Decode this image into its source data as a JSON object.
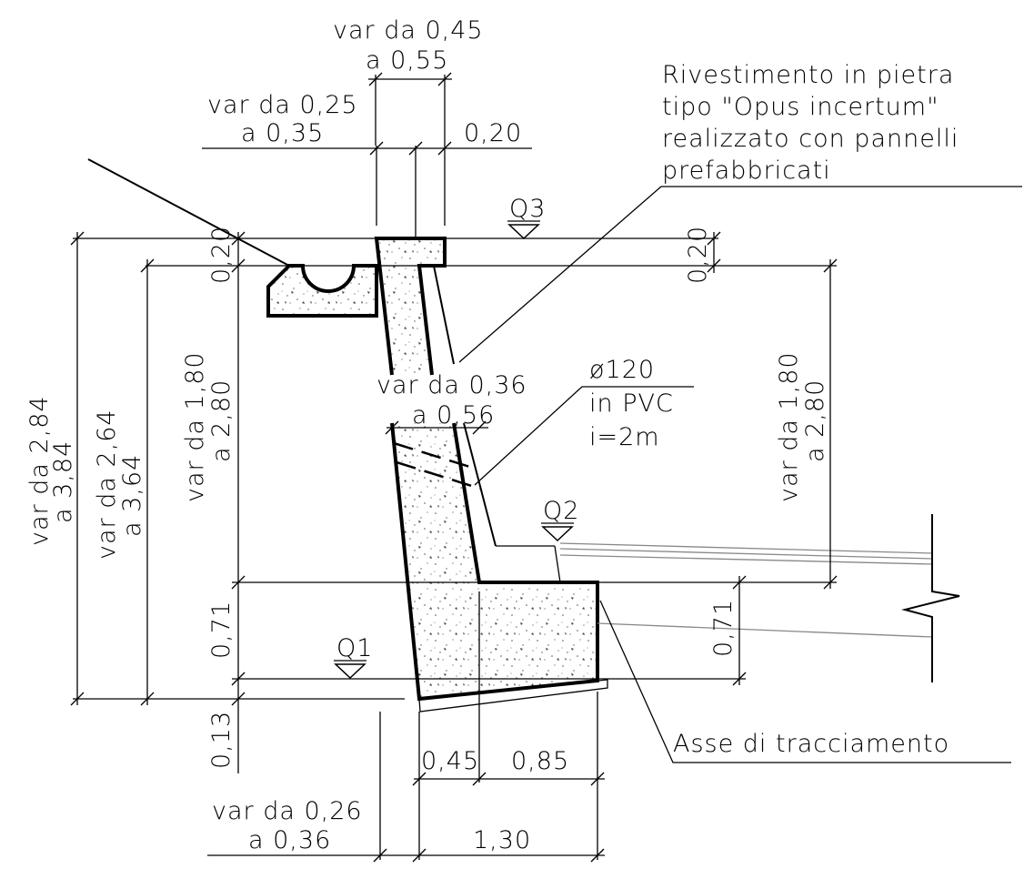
{
  "labels": {
    "top_width_line1": "var da 0,45",
    "top_width_line2": "a 0,55",
    "cap_width_line1": "var da 0,25",
    "cap_width_line2": "a 0,35",
    "cap_offset": "0,20",
    "cladding_line1": "Rivestimento in pietra",
    "cladding_line2": "tipo \"Opus incertum\"",
    "cladding_line3": "realizzato con pannelli",
    "cladding_line4": "prefabbricati",
    "level_q3": "Q3",
    "level_q2": "Q2",
    "level_q1": "Q1",
    "left_cap_height": "0,20",
    "right_cap_height": "0,20",
    "total_height_line1": "var da 2,84",
    "total_height_line2": "a 3,84",
    "stem_plus_found_line1": "var da 2,64",
    "stem_plus_found_line2": "a 3,64",
    "stem_height_left_line1": "var da 1,80",
    "stem_height_left_line2": "a 2,80",
    "stem_height_right_line1": "var da 1,80",
    "stem_height_right_line2": "a 2,80",
    "stem_base_line1": "var da 0,36",
    "stem_base_line2": "a 0,56",
    "pipe_line1": "ø120",
    "pipe_line2": "in PVC",
    "pipe_line3": "i=2m",
    "found_height_left": "0,71",
    "found_height_right": "0,71",
    "lean_thickness": "0,13",
    "toe_width": "0,45",
    "heel_width": "0,85",
    "base_width": "1,30",
    "base_offset_line1": "var da 0,26",
    "base_offset_line2": "a 0,36",
    "axis_label": "Asse di tracciamento"
  }
}
